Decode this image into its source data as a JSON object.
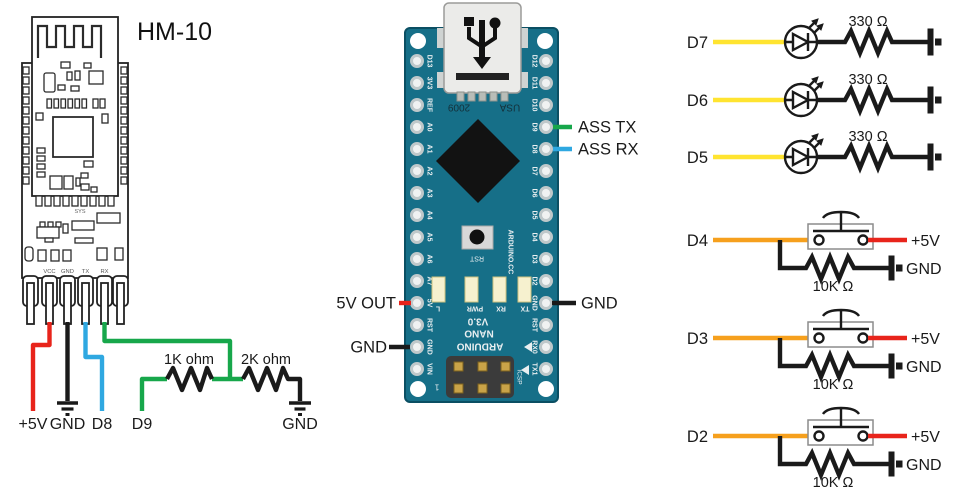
{
  "colors": {
    "wire_red": "#e8241b",
    "wire_black": "#1a1a1a",
    "wire_blue": "#2fa8e1",
    "wire_green": "#17a74b",
    "wire_yellow": "#ffe430",
    "wire_orange": "#f6a01d",
    "board_teal": "#166f88",
    "board_edge": "#0b4f63",
    "silk_white": "#e9eff1",
    "label_text": "#1a1a1a"
  },
  "hm10": {
    "title": "HM-10",
    "sys_label": "SYS",
    "pin_labels": [
      "VCC",
      "GND",
      "TX",
      "RX"
    ],
    "vcc_wire_label": "+5V",
    "gnd_wire_label": "GND",
    "tx_wire_label": "D8"
  },
  "divider": {
    "input_label": "D9",
    "r1_label": "1K ohm",
    "r2_label": "2K ohm",
    "gnd_label": "GND"
  },
  "nano": {
    "left_pins": [
      "D13",
      "3V3",
      "REF",
      "A0",
      "A1",
      "A2",
      "A3",
      "A4",
      "A5",
      "A6",
      "A7",
      "5V",
      "RST",
      "GND",
      "VIN"
    ],
    "right_pins": [
      "D12",
      "D11",
      "D10",
      "D9",
      "D8",
      "D7",
      "D6",
      "D5",
      "D4",
      "D3",
      "D2",
      "GND",
      "RST",
      "RX0",
      "TX1"
    ],
    "silk": {
      "usb_year": "2009",
      "usb_country": "USA",
      "reset": "RST",
      "led_l": "L",
      "led_pwr": "PWR",
      "led_rx": "RX",
      "led_tx": "TX",
      "brand": "ARDUINO",
      "model": "NANO",
      "version": "V3.0",
      "site": "ARDUINO.CC",
      "icsp": "ICSP",
      "pin1": "1"
    },
    "callouts": {
      "ass_tx": "ASS TX",
      "ass_rx": "ASS RX",
      "five_v_out": "5V OUT",
      "gnd_left": "GND",
      "gnd_right": "GND"
    }
  },
  "led_rows": [
    {
      "pin": "D7",
      "resistor": "330 Ω"
    },
    {
      "pin": "D6",
      "resistor": "330 Ω"
    },
    {
      "pin": "D5",
      "resistor": "330 Ω"
    }
  ],
  "button_rows": [
    {
      "pin": "D4",
      "resistor": "10K Ω",
      "power": "+5V",
      "ground": "GND"
    },
    {
      "pin": "D3",
      "resistor": "10K Ω",
      "power": "+5V",
      "ground": "GND"
    },
    {
      "pin": "D2",
      "resistor": "10K Ω",
      "power": "+5V",
      "ground": "GND"
    }
  ]
}
